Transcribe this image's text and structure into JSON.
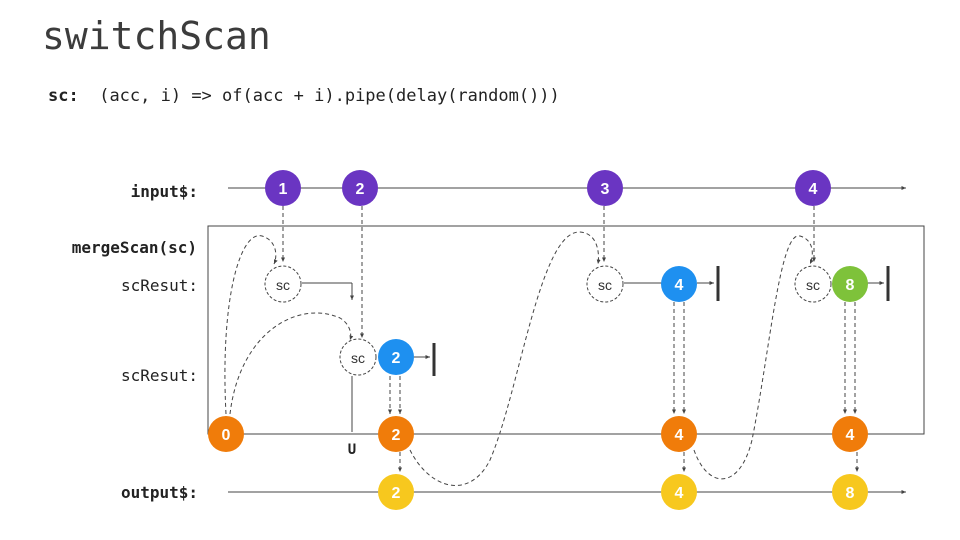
{
  "title": "switchScan",
  "signature": {
    "name": "sc:",
    "code": "(acc, i) => of(acc + i).pipe(delay(random()))"
  },
  "labels": {
    "input": "input$:",
    "operator": "mergeScan(sc)",
    "scresult1": "scResut:",
    "scresult2": "scResut:",
    "output": "output$:",
    "unsub": "U"
  },
  "sc_label": "sc",
  "input_values": [
    "1",
    "2",
    "3",
    "4"
  ],
  "inner_values": [
    "2",
    "4",
    "8"
  ],
  "operator_values": [
    "0",
    "2",
    "4",
    "4"
  ],
  "output_values": [
    "2",
    "4",
    "8"
  ],
  "colors": {
    "input": "#6a35c2",
    "inner_blue": "#1e90f0",
    "inner_green": "#7ec23a",
    "accumulator": "#f07c0a",
    "output": "#f7c81e",
    "line": "#444444"
  }
}
